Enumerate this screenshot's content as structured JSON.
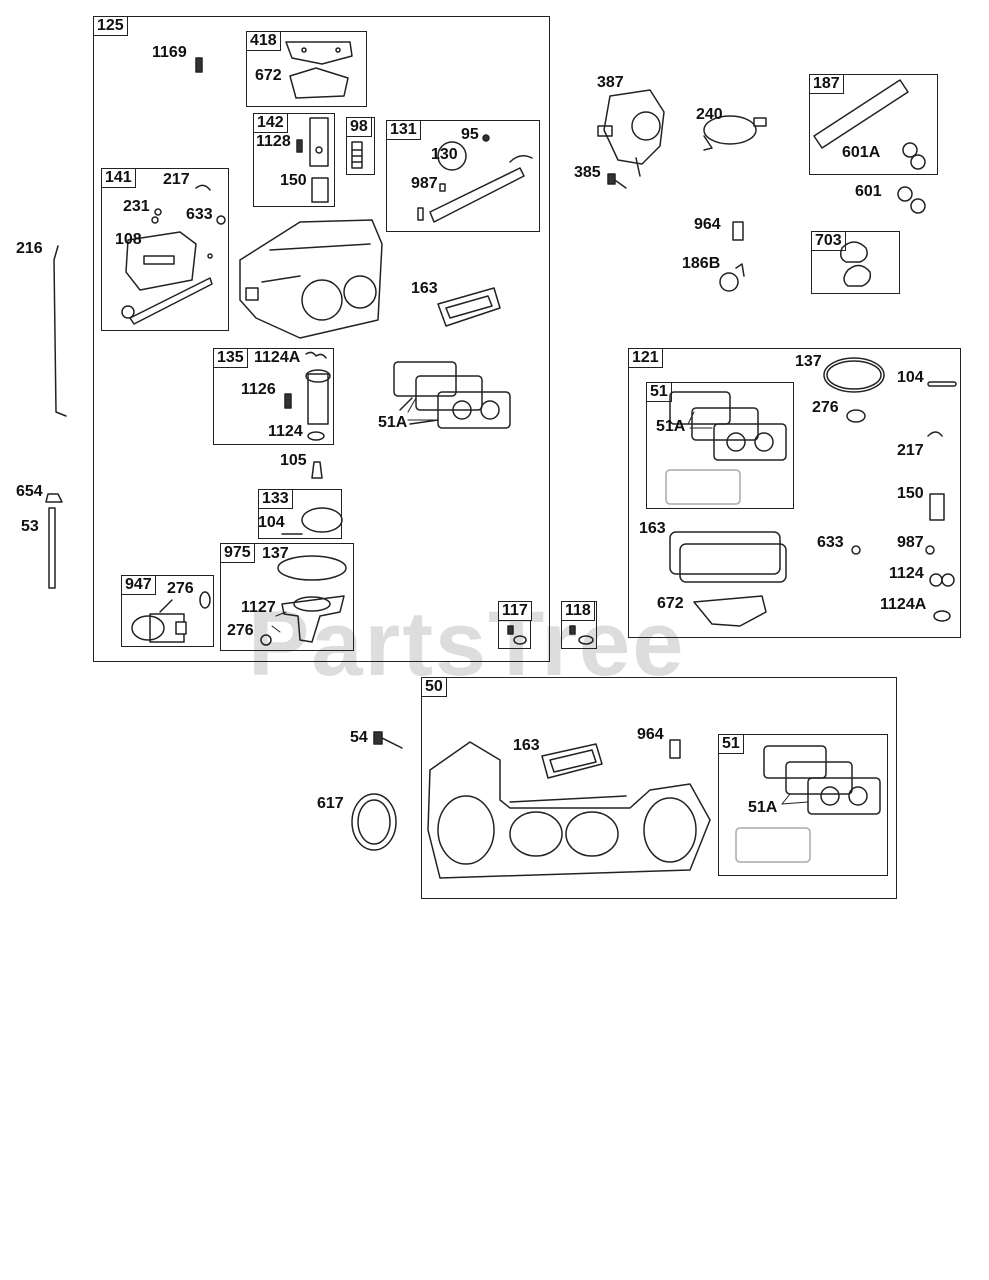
{
  "watermark": "PartsTree",
  "boxes": {
    "b125": "125",
    "b418": "418",
    "b142": "142",
    "b98": "98",
    "b131": "131",
    "b141": "141",
    "b135": "135",
    "b133": "133",
    "b975": "975",
    "b947": "947",
    "b117": "117",
    "b118": "118",
    "b187": "187",
    "b703": "703",
    "b121": "121",
    "b121_51": "51",
    "b50": "50",
    "b50_51": "51"
  },
  "labels": {
    "l1169": "1169",
    "l672a": "672",
    "l1128": "1128",
    "l150a": "150",
    "l95": "95",
    "l130": "130",
    "l987a": "987",
    "l217a": "217",
    "l231": "231",
    "l633a": "633",
    "l108": "108",
    "l216": "216",
    "l163a": "163",
    "l1124Aa": "1124A",
    "l1126": "1126",
    "l1124a": "1124",
    "l51Aa": "51A",
    "l105": "105",
    "l104a": "104",
    "l137a": "137",
    "l276a": "276",
    "l1127": "1127",
    "l276b": "276",
    "l654": "654",
    "l53": "53",
    "l387": "387",
    "l240": "240",
    "l385": "385",
    "l601A": "601A",
    "l601": "601",
    "l964a": "964",
    "l186B": "186B",
    "l137b": "137",
    "l104b": "104",
    "l276c": "276",
    "l51Ab": "51A",
    "l217b": "217",
    "l150b": "150",
    "l163b": "163",
    "l633b": "633",
    "l987b": "987",
    "l1124b": "1124",
    "l672b": "672",
    "l1124Ab": "1124A",
    "l54": "54",
    "l163c": "163",
    "l964b": "964",
    "l617": "617",
    "l51Ac": "51A"
  }
}
